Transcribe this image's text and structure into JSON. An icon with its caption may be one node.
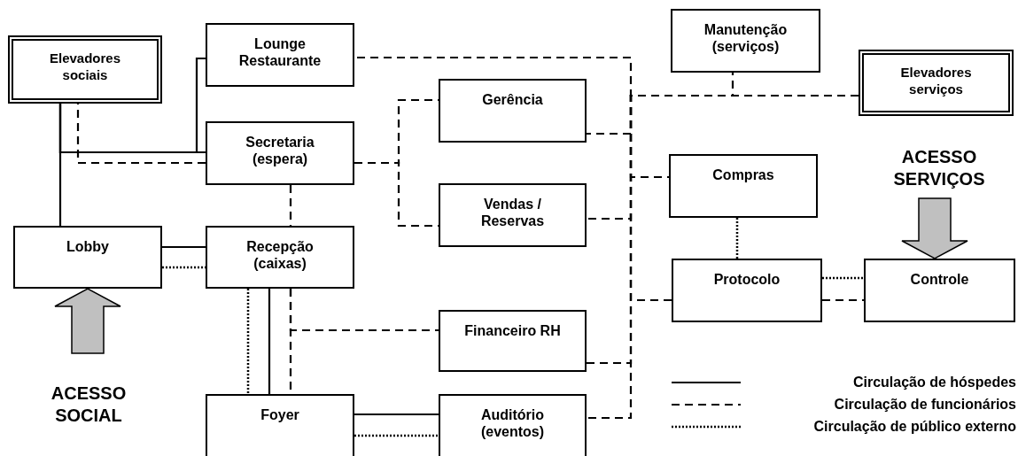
{
  "diagram": {
    "nodes": [
      {
        "text": [
          "Elevadores sociais"
        ]
      },
      {
        "text": [
          "Lounge Restaurante"
        ]
      },
      {
        "text": [
          "Manutenção (serviços)"
        ]
      },
      {
        "text": [
          "Elevadores serviços"
        ]
      },
      {
        "text": [
          "Gerência"
        ]
      },
      {
        "text": [
          "Secretaria (espera)"
        ]
      },
      {
        "text": [
          "Compras"
        ]
      },
      {
        "text": [
          "Vendas / Reservas"
        ]
      },
      {
        "text": [
          "Lobby"
        ]
      },
      {
        "text": [
          "Recepção (caixas)"
        ]
      },
      {
        "text": [
          "Protocolo"
        ]
      },
      {
        "text": [
          "Controle"
        ]
      },
      {
        "text": [
          "Financeiro RH"
        ]
      },
      {
        "text": [
          "Foyer"
        ]
      },
      {
        "text": [
          "Auditório (eventos)"
        ]
      }
    ],
    "edges": [
      {
        "from": 0,
        "to": 8,
        "arrow": "none"
      },
      {
        "from": 0,
        "to": 5,
        "arrow": "none"
      },
      {
        "from": 0,
        "to": 1,
        "arrow": "none"
      },
      {
        "from": 5,
        "to": 0,
        "arrow": "none",
        "style": "dashed"
      },
      {
        "from": 5,
        "to": 4,
        "arrow": "none",
        "style": "dashed"
      },
      {
        "from": 5,
        "to": 7,
        "arrow": "none",
        "style": "dashed"
      },
      {
        "from": 5,
        "to": 9,
        "arrow": "none",
        "style": "dashed"
      },
      {
        "from": 8,
        "to": 9,
        "arrow": "none"
      },
      {
        "from": 8,
        "to": 9,
        "arrow": "none",
        "style": "dashed"
      },
      {
        "from": 9,
        "to": 13,
        "arrow": "none",
        "style": "dashed"
      },
      {
        "from": 9,
        "to": 12,
        "arrow": "none",
        "style": "dashed"
      },
      {
        "from": 9,
        "to": 13,
        "arrow": "none"
      },
      {
        "from": 9,
        "to": 13,
        "arrow": "none",
        "style": "dashed"
      },
      {
        "from": 13,
        "to": 14,
        "arrow": "none"
      },
      {
        "from": 13,
        "to": 14,
        "arrow": "none",
        "style": "dashed"
      },
      {
        "from": 3,
        "to": 2,
        "arrow": "none",
        "style": "dashed"
      },
      {
        "from": 3,
        "to": 1,
        "arrow": "none",
        "style": "dashed"
      },
      {
        "from": 3,
        "to": 4,
        "arrow": "none",
        "style": "dashed"
      },
      {
        "from": 3,
        "to": 6,
        "arrow": "none",
        "style": "dashed"
      },
      {
        "from": 3,
        "to": 7,
        "arrow": "none",
        "style": "dashed"
      },
      {
        "from": 3,
        "to": 10,
        "arrow": "none",
        "style": "dashed"
      },
      {
        "from": 3,
        "to": 12,
        "arrow": "none",
        "style": "dashed"
      },
      {
        "from": 3,
        "to": 14,
        "arrow": "none",
        "style": "dashed"
      },
      {
        "from": 6,
        "to": 10,
        "arrow": "none",
        "style": "dashed"
      },
      {
        "from": 10,
        "to": 11,
        "arrow": "none",
        "style": "dashed"
      },
      {
        "from": 10,
        "to": 11,
        "arrow": "none",
        "style": "dashed"
      },
      {
        "from": null,
        "to": 8,
        "arrow": "to",
        "style": "thick",
        "color": "#c0c0c0"
      },
      {
        "from": null,
        "to": 11,
        "arrow": "to",
        "style": "thick",
        "color": "#c0c0c0"
      }
    ],
    "labels": [
      "ACESSO SERVIÇOS",
      "ACESSO SOCIAL"
    ],
    "legend": [
      {
        "text": "Circulação de hóspedes"
      },
      {
        "text": "Circulação de funcionários"
      },
      {
        "text": "Circulação de público externo"
      }
    ]
  }
}
